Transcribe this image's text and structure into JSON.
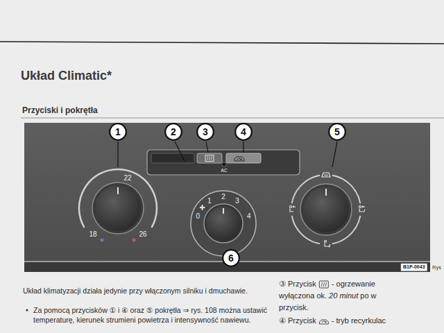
{
  "diagram": {
    "title": "Układ Climatic*",
    "nodes": [
      {
        "text": [
          "1"
        ]
      },
      {
        "text": [
          "2"
        ]
      },
      {
        "text": [
          "3"
        ]
      },
      {
        "text": [
          "4"
        ]
      },
      {
        "text": [
          "5"
        ]
      },
      {
        "text": [
          "6"
        ]
      },
      {
        "text": [
          "B1P-0043"
        ]
      }
    ],
    "labels": [
      "Przyciski i pokrętła",
      "22",
      "18",
      "26",
      "AC",
      "0",
      "1",
      "2",
      "3",
      "4",
      "Rys",
      "Układ klimatyzacji działa jedynie przy włączonym silniku i dmuchawie.",
      "Za pomocą przycisków ① i ④ oraz ⑤ pokrętła ⇒ rys. 108 można ustawić temperaturę, kierunek strumieni powietrza i intensywność nawiewu.",
      "③",
      "Przycisk",
      "- ogrzewanie",
      "wyłączona ok.",
      "20 minut",
      "po w",
      "przycisk.",
      "④",
      "Przycisk",
      "- tryb recyrkulac"
    ]
  }
}
